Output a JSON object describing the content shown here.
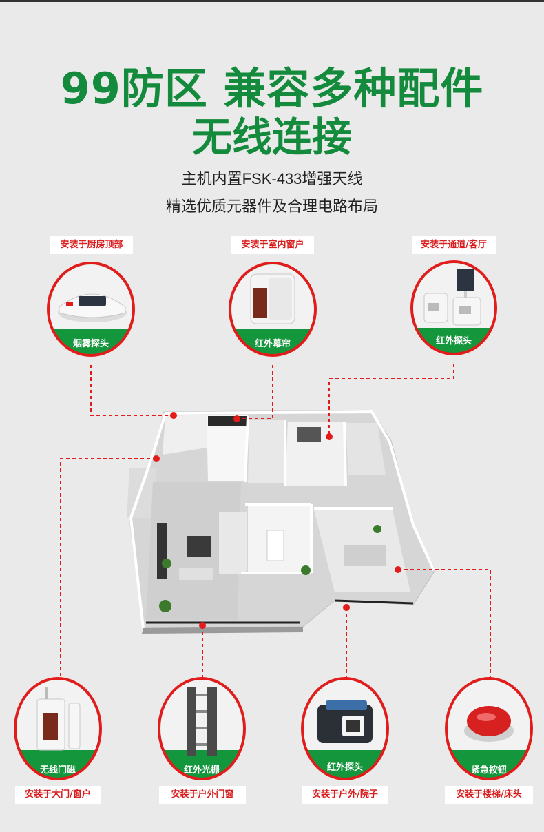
{
  "headline": {
    "line1": "99防区 兼容多种配件",
    "line2": "无线连接"
  },
  "subtitle": {
    "line1": "主机内置FSK-433增强天线",
    "line2": "精选优质元器件及合理电路布局"
  },
  "accessories": [
    {
      "name": "烟雾探头",
      "location": "安装于厨房顶部",
      "icon": "smoke-detector-icon"
    },
    {
      "name": "红外幕帘",
      "location": "安装于室内窗户",
      "icon": "infrared-curtain-icon"
    },
    {
      "name": "红外探头",
      "location": "安装于通道/客厅",
      "icon": "pir-sensor-icon"
    },
    {
      "name": "无线门磁",
      "location": "安装于大门/窗户",
      "icon": "door-contact-icon"
    },
    {
      "name": "红外光栅",
      "location": "安装于户外门窗",
      "icon": "infrared-beam-icon"
    },
    {
      "name": "红外探头",
      "location": "安装于户外/院子",
      "icon": "outdoor-detector-icon"
    },
    {
      "name": "紧急按钮",
      "location": "安装于楼梯/床头",
      "icon": "panic-button-icon"
    }
  ],
  "colors": {
    "accent_green": "#148a3c",
    "accent_red": "#e31b1b",
    "background": "#eaeaea"
  }
}
